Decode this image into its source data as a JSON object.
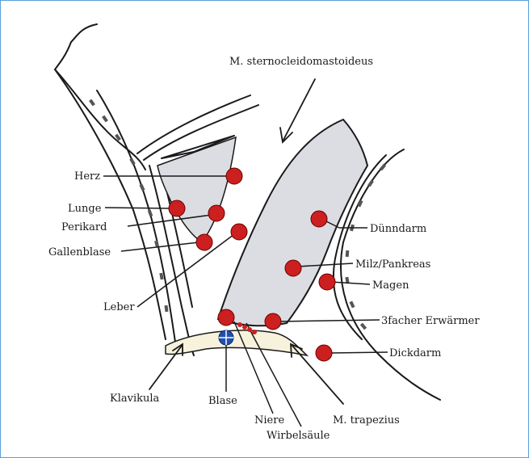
{
  "diagram": {
    "labels": {
      "sternocleido": "M. sternocleidomastoideus",
      "herz": "Herz",
      "lunge": "Lunge",
      "perikard": "Perikard",
      "gallenblase": "Gallenblase",
      "leber": "Leber",
      "klavikula": "Klavikula",
      "blase": "Blase",
      "niere": "Niere",
      "wirbelsaeule": "Wirbelsäule",
      "trapezius": "M. trapezius",
      "duenndarm": "Dünndarm",
      "milz": "Milz/Pankreas",
      "magen": "Magen",
      "erwaermer": "3facher Erwärmer",
      "dickdarm": "Dickdarm"
    },
    "colors": {
      "point": "#cc1f1f",
      "point_blue": "#1f4fb0",
      "muscle_fill": "#dcdde2",
      "bone_fill": "#f7f2dc",
      "frame": "#5aa0d8"
    }
  }
}
